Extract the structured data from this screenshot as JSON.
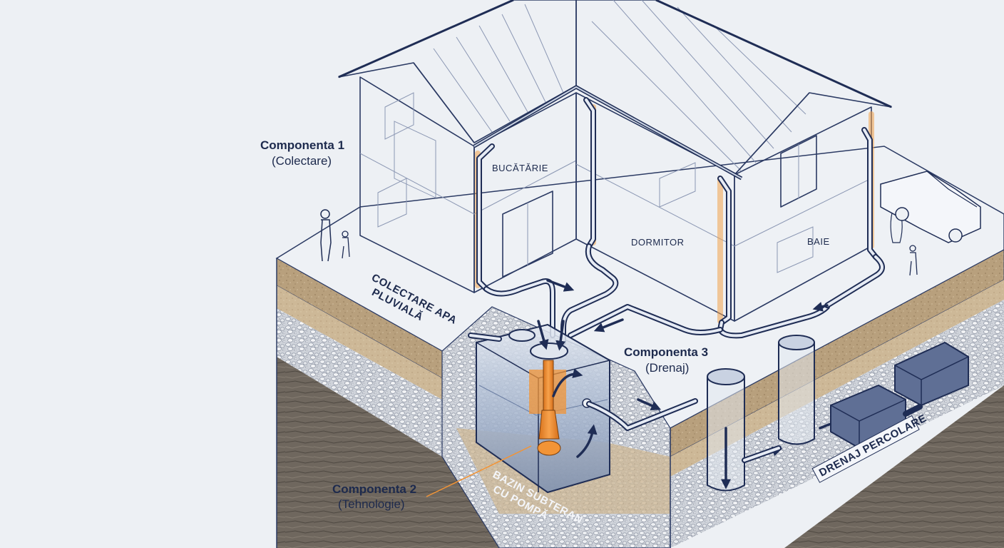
{
  "callouts": {
    "component_1": {
      "title": "Componenta 1",
      "subtitle": "(Colectare)"
    },
    "component_2": {
      "title": "Componenta 2",
      "subtitle": "(Tehnologie)"
    },
    "component_3": {
      "title": "Componenta 3",
      "subtitle": "(Drenaj)"
    }
  },
  "rooms": {
    "kitchen": "BUCĂTĂRIE",
    "bedroom": "DORMITOR",
    "bathroom": "BAIE"
  },
  "ground_labels": {
    "rainwater_line1": "COLECTARE APA",
    "rainwater_line2": "PLUVIALĂ",
    "tank_line1": "BAZIN SUBTERAN",
    "tank_line2": "CU POMPĂ",
    "drainage": "DRENAJ PERCOLARE"
  },
  "colors": {
    "ink": "#1d2a4d",
    "pump_orange": "#f29436",
    "glow": "#f2a24b",
    "soil": "#b59a77",
    "gravel": "#c5c9d1",
    "rock": "#6e665d",
    "background": "#edf0f4"
  }
}
